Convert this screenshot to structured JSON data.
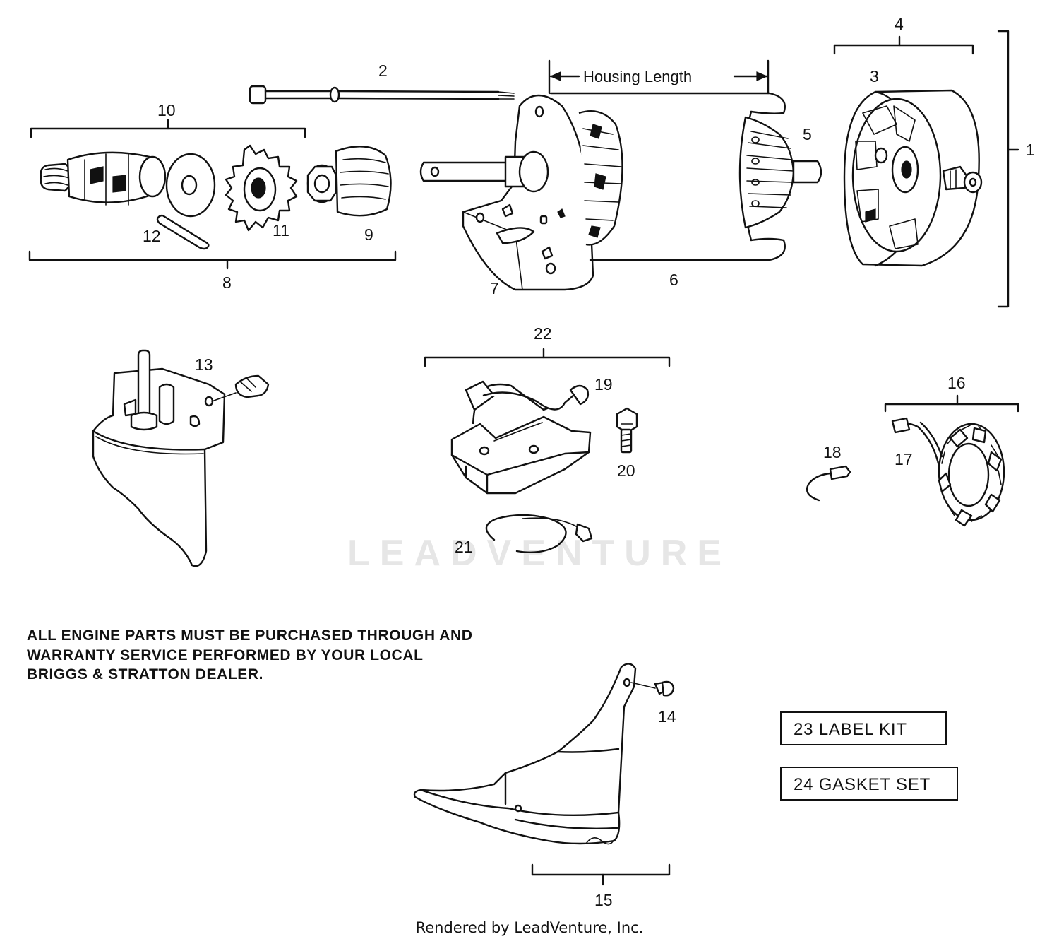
{
  "callouts": {
    "c1": "1",
    "c2": "2",
    "c3": "3",
    "c4": "4",
    "c5": "5",
    "c6": "6",
    "c7": "7",
    "c8": "8",
    "c9": "9",
    "c10": "10",
    "c11": "11",
    "c12": "12",
    "c13": "13",
    "c14": "14",
    "c15": "15",
    "c16": "16",
    "c17": "17",
    "c18": "18",
    "c19": "19",
    "c20": "20",
    "c21": "21",
    "c22": "22"
  },
  "housing_length_label": "Housing Length",
  "note": {
    "line1": "ALL ENGINE PARTS MUST BE PURCHASED THROUGH AND",
    "line2": "WARRANTY  SERVICE  PERFORMED  BY  YOUR  LOCAL",
    "line3": "BRIGGS & STRATTON DEALER."
  },
  "kits": {
    "label_kit": "23  LABEL KIT",
    "gasket_set": "24  GASKET SET"
  },
  "watermark": "LEADVENTURE",
  "footer": "Rendered by LeadVenture, Inc."
}
